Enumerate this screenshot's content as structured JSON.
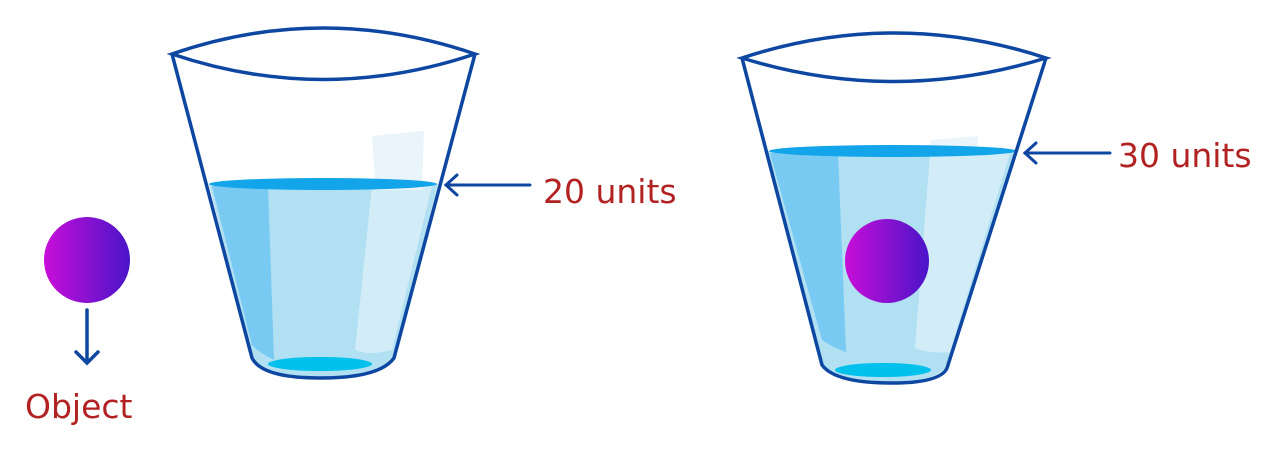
{
  "figure": {
    "description": "Displacement of water by an object placed in a glass",
    "object_label": "Object",
    "glass_left": {
      "water_level_label": "20 units",
      "water_level": 20,
      "contains_object": false
    },
    "glass_right": {
      "water_level_label": "30 units",
      "water_level": 30,
      "contains_object": true
    }
  },
  "colors": {
    "outline": "#0d47a1",
    "water_surface": "#12a5ea",
    "water_body": "#b0e0f2",
    "water_shade": "#70c6f3",
    "label_text": "#b22222",
    "object_gradient_start": "#c80ed8",
    "object_gradient_end": "#4a14c8"
  }
}
